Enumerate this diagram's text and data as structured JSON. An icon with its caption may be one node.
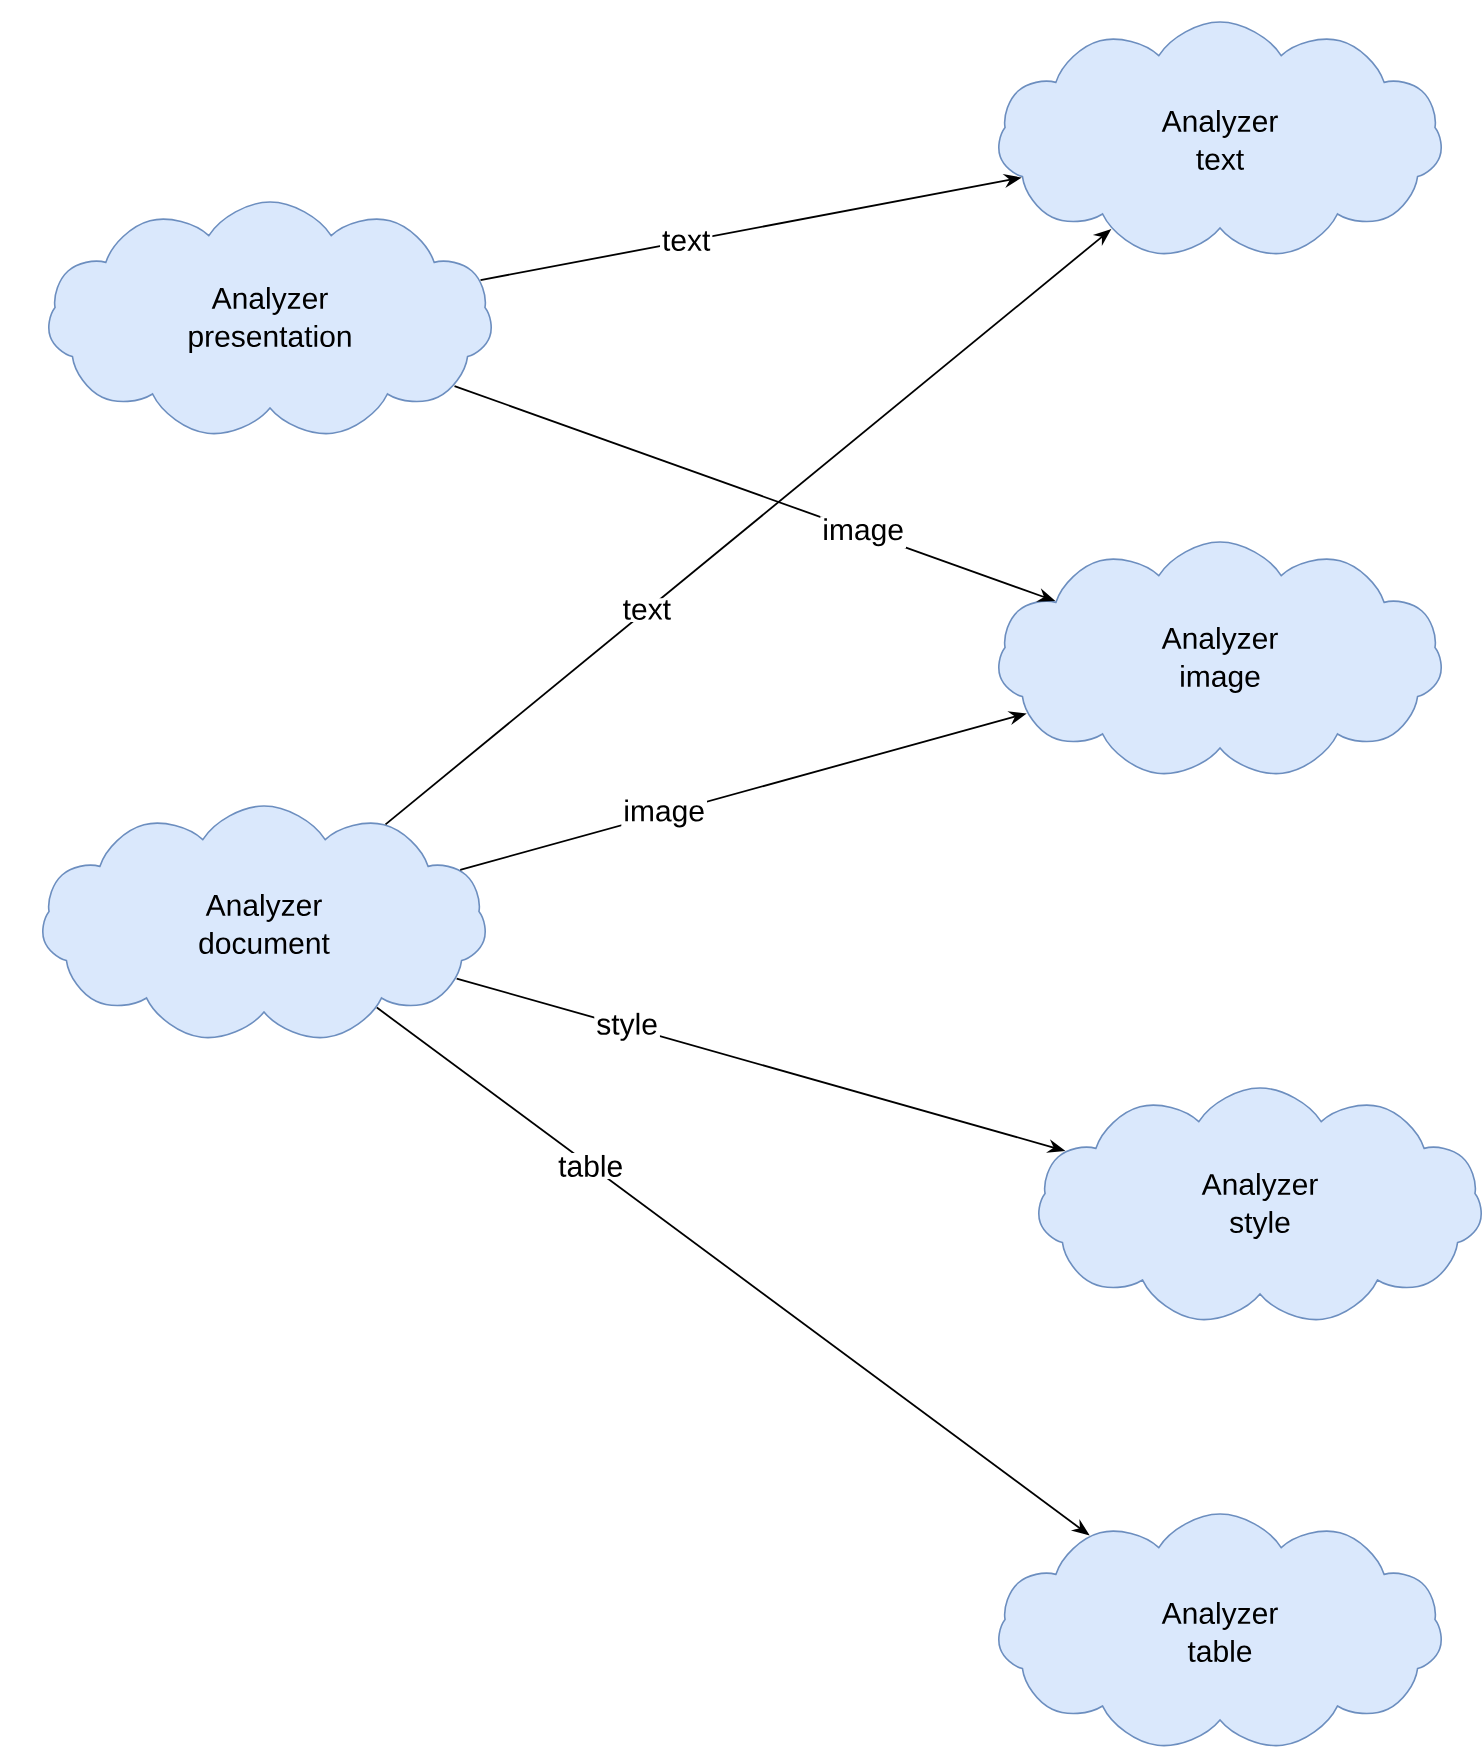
{
  "diagram": {
    "nodes": [
      {
        "text": [
          "Analyzer presentation"
        ]
      },
      {
        "text": [
          "Analyzer text"
        ]
      },
      {
        "text": [
          "Analyzer image"
        ]
      },
      {
        "text": [
          "Analyzer document"
        ]
      },
      {
        "text": [
          "Analyzer style"
        ]
      },
      {
        "text": [
          "Analyzer table"
        ]
      }
    ],
    "edges": [
      {
        "from": 0,
        "to": 1,
        "arrow": "to",
        "label": "text"
      },
      {
        "from": 0,
        "to": 2,
        "arrow": "to",
        "label": "image"
      },
      {
        "from": 3,
        "to": 1,
        "arrow": "to",
        "label": "text"
      },
      {
        "from": 3,
        "to": 2,
        "arrow": "to",
        "label": "image"
      },
      {
        "from": 3,
        "to": 4,
        "arrow": "to",
        "label": "style"
      },
      {
        "from": 3,
        "to": 5,
        "arrow": "to",
        "label": "table"
      }
    ]
  }
}
